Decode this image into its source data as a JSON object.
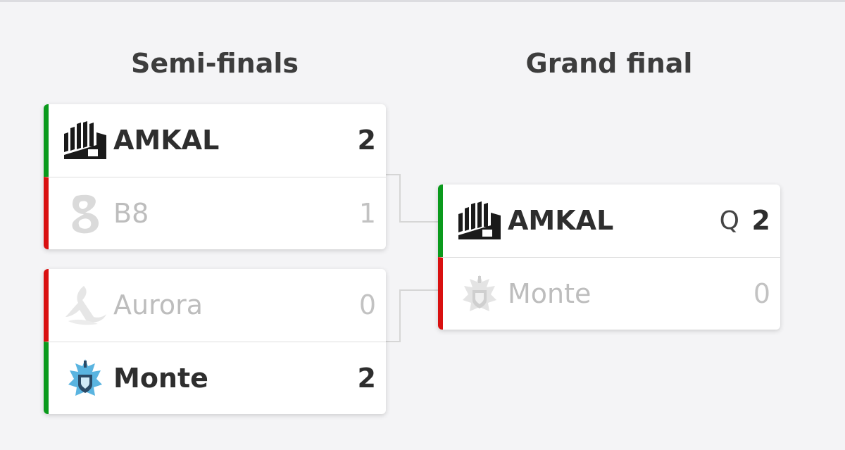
{
  "rounds": [
    {
      "title": "Semi-finals"
    },
    {
      "title": "Grand final"
    }
  ],
  "matches": [
    {
      "teams": [
        {
          "name": "AMKAL",
          "score": "2",
          "result": "win",
          "logo": "amkal-logo"
        },
        {
          "name": "B8",
          "score": "1",
          "result": "loss",
          "logo": "b8-logo"
        }
      ]
    },
    {
      "teams": [
        {
          "name": "Aurora",
          "score": "0",
          "result": "loss",
          "logo": "aurora-logo"
        },
        {
          "name": "Monte",
          "score": "2",
          "result": "win",
          "logo": "monte-logo"
        }
      ]
    },
    {
      "teams": [
        {
          "name": "AMKAL",
          "score": "2",
          "result": "win",
          "qualified": "Q",
          "logo": "amkal-logo"
        },
        {
          "name": "Monte",
          "score": "0",
          "result": "loss",
          "logo": "monte-logo"
        }
      ]
    }
  ],
  "colors": {
    "win": "#0a9a1c",
    "loss": "#d91010",
    "background": "#f4f4f6",
    "monte_blue": "#4aa6d6"
  }
}
